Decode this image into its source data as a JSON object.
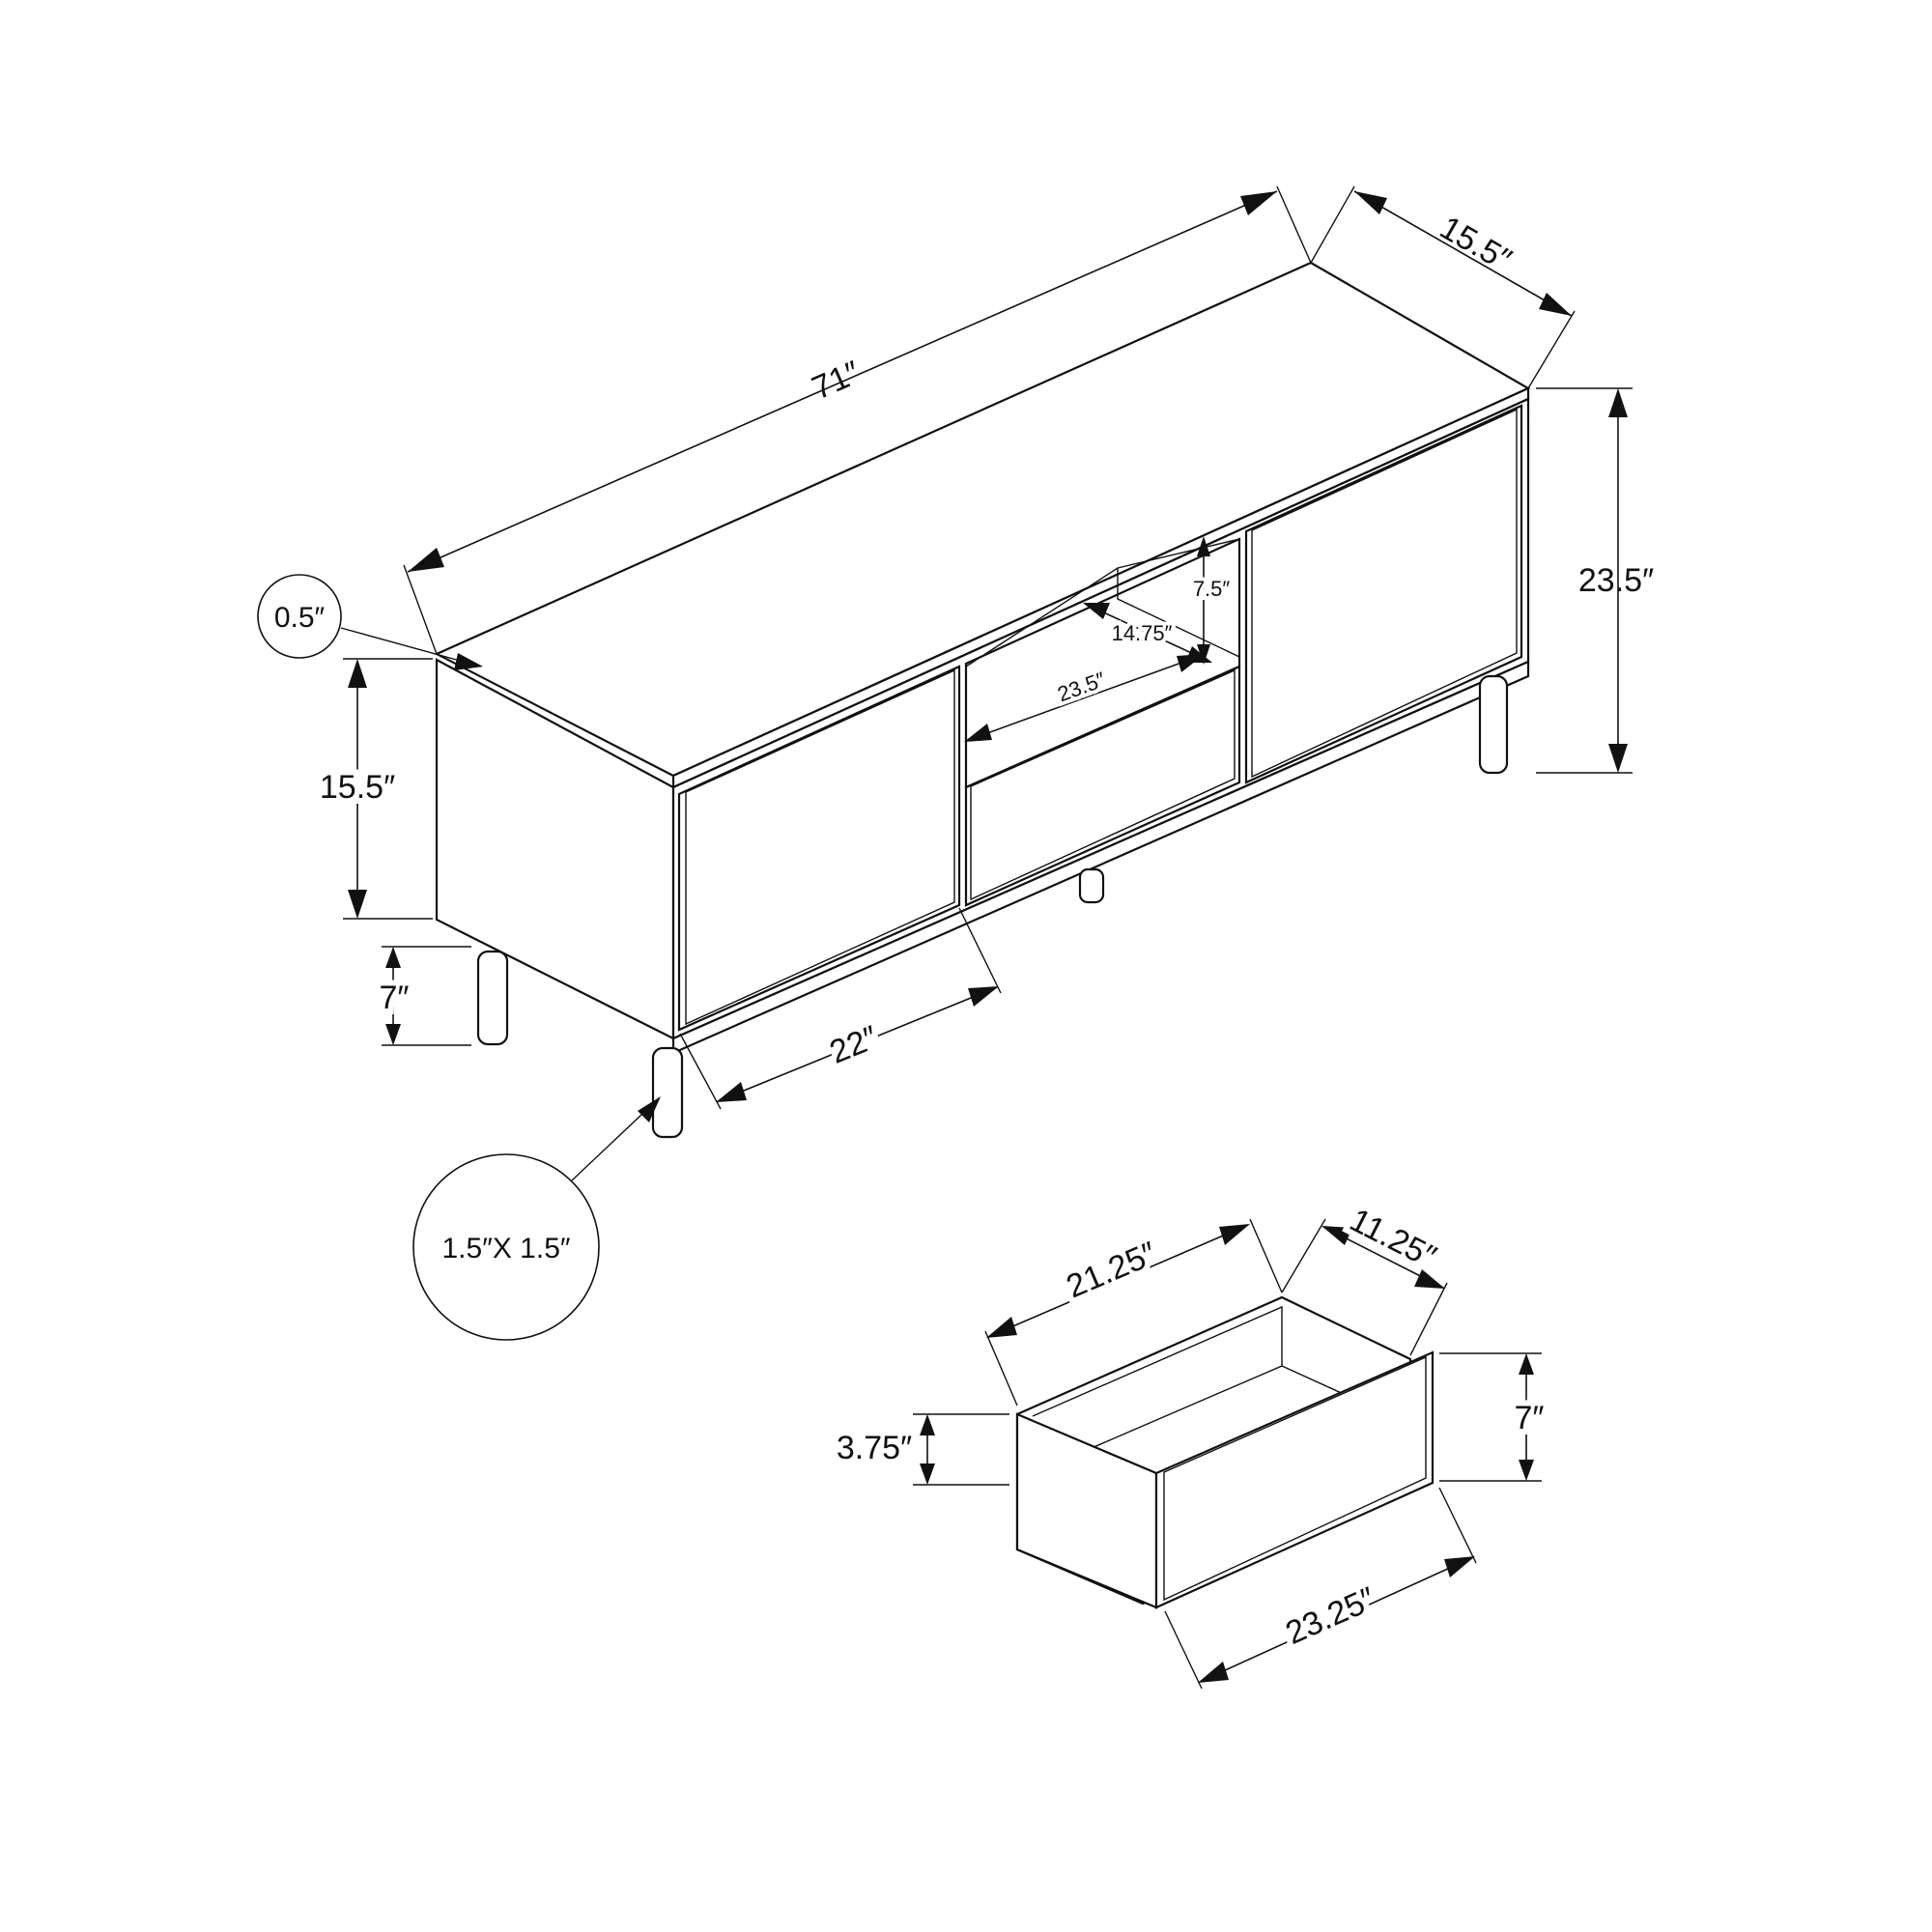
{
  "colors": {
    "ink": "#111111",
    "background": "#ffffff"
  },
  "cabinet": {
    "width": "71″",
    "depth": "15.5″",
    "total_height": "23.5″",
    "body_height": "15.5″",
    "leg_height": "7″",
    "top_thickness": "0.5″",
    "leg_section": "1.5″X 1.5″",
    "door_width": "22″",
    "shelf_width": "23.5″",
    "shelf_depth": "14.75″",
    "shelf_height": "7.5″"
  },
  "drawer": {
    "inner_length": "21.25″",
    "depth": "11.25″",
    "front_height": "7″",
    "box_height": "3.75″",
    "front_width": "23.25″"
  }
}
